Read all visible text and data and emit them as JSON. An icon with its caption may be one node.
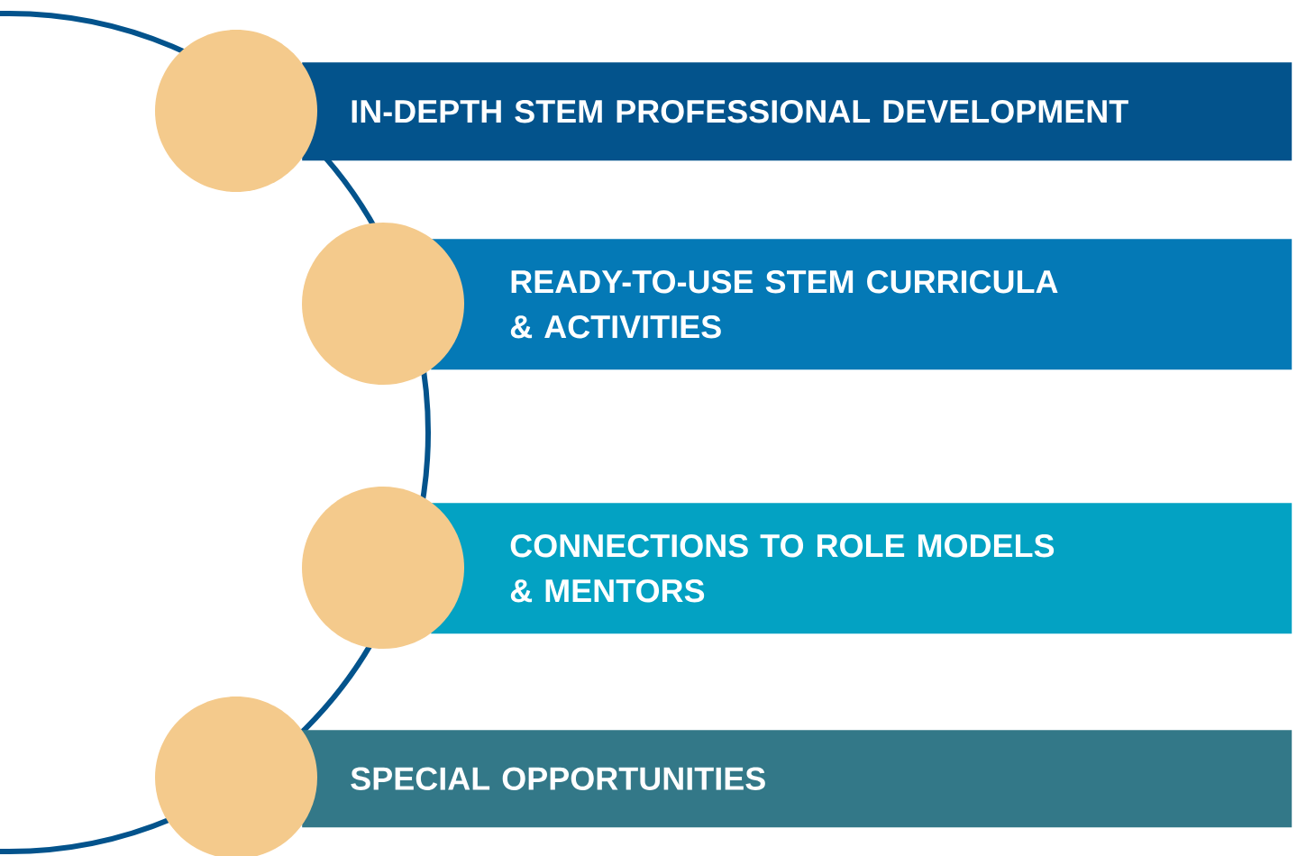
{
  "diagram": {
    "nodes": [
      {
        "text": [
          "IN-DEPTH STEM PROFESSIONAL DEVELOPMENT"
        ]
      },
      {
        "text": [
          "READY-TO-USE STEM CURRICULA & ACTIVITIES"
        ]
      },
      {
        "text": [
          "CONNECTIONS TO ROLE MODELS & MENTORS"
        ]
      },
      {
        "text": [
          "SPECIAL OPPORTUNITIES"
        ]
      },
      {
        "text": [],
        "shape": "circle"
      },
      {
        "text": [],
        "shape": "circle"
      },
      {
        "text": [],
        "shape": "circle"
      },
      {
        "text": [],
        "shape": "circle"
      }
    ]
  }
}
